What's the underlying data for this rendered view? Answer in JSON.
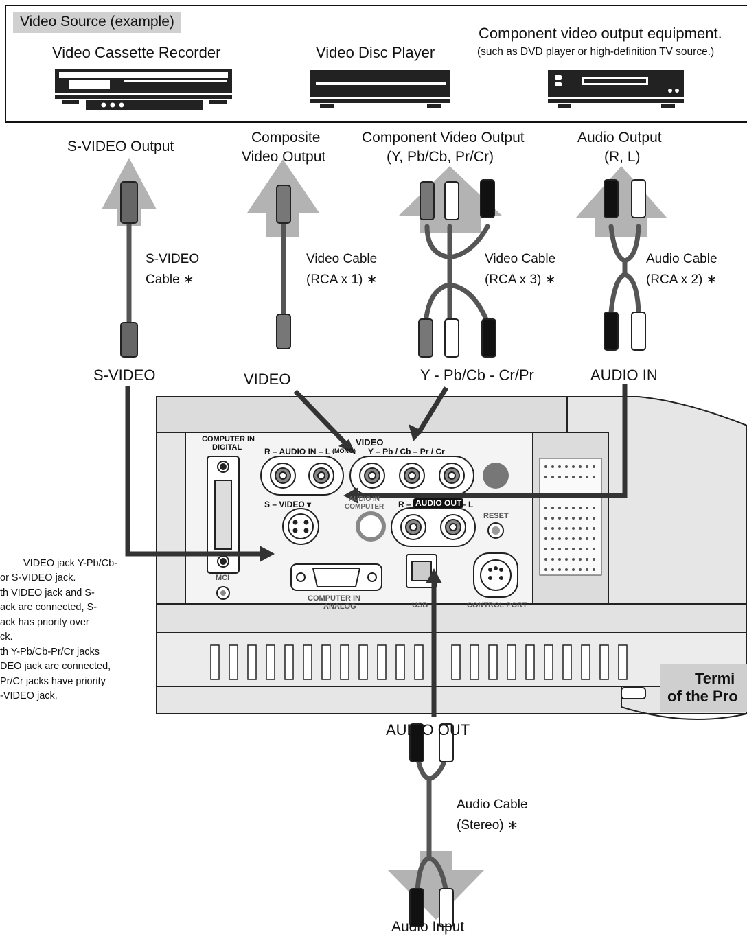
{
  "source_box": {
    "label": "Video Source (example)",
    "devices": [
      {
        "name": "Video Cassette Recorder"
      },
      {
        "name": "Video Disc Player"
      },
      {
        "name": "Component video output equipment.",
        "note": "(such as DVD player or high-definition TV source.)"
      }
    ]
  },
  "outputs": {
    "svideo": "S-VIDEO Output",
    "composite_1": "Composite",
    "composite_2": "Video Output",
    "component_1": "Component Video Output",
    "component_2": "(Y, Pb/Cb, Pr/Cr)",
    "audio_1": "Audio Output",
    "audio_2": "(R, L)"
  },
  "cables": {
    "svideo_1": "S-VIDEO",
    "svideo_2": "Cable ∗",
    "video_1": "Video Cable",
    "video_2": "(RCA x 1) ∗",
    "component_1": "Video Cable",
    "component_2": "(RCA x 3) ∗",
    "audio_1": "Audio Cable",
    "audio_2": "(RCA x 2) ∗",
    "stereo_1": "Audio Cable",
    "stereo_2": "(Stereo) ∗"
  },
  "jacks": {
    "svideo": "S-VIDEO",
    "video": "VIDEO",
    "component": "Y - Pb/Cb - Cr/Pr",
    "audio_in": "AUDIO IN",
    "audio_out": "AUDIO OUT",
    "audio_input": "Audio Input"
  },
  "panel": {
    "computer_in_1": "COMPUTER IN",
    "computer_in_2": "DIGITAL",
    "audio_in_left": "R – AUDIO  IN – L",
    "mono": "(MONO)",
    "video": "VIDEO",
    "ypbpr": "Y   –   Pb / Cb  –   Pr / Cr",
    "svideo": "S – VIDEO ▾",
    "audio_in_comp_1": "AUDIO IN",
    "audio_in_comp_2": "COMPUTER",
    "audio_out_r": "R –",
    "audio_out_box": "AUDIO OUT",
    "audio_out_l": "– L",
    "reset": "RESET",
    "mci": "MCI",
    "analog_1": "COMPUTER  IN",
    "analog_2": "ANALOG",
    "usb": "USB",
    "control": "CONTROL PORT"
  },
  "notes": [
    "VIDEO jack Y-Pb/Cb-",
    "or S-VIDEO jack.",
    "th VIDEO jack and S-",
    "ack are connected, S-",
    "ack has priority over",
    "ck.",
    "th Y-Pb/Cb-Pr/Cr jacks",
    "DEO jack are connected,",
    "Pr/Cr jacks have priority",
    "-VIDEO jack."
  ],
  "terminal_label": {
    "line1": "Termi",
    "line2": "of the Pro"
  },
  "colors": {
    "arrow_gray": "#b3b3b3",
    "dark": "#1a1a1a",
    "panel": "#ededed",
    "label_bg": "#d0d0d0"
  }
}
